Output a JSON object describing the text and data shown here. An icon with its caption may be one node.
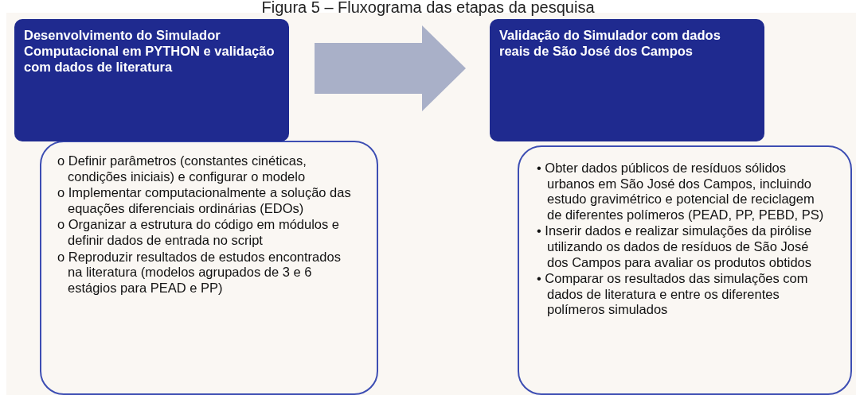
{
  "diagram": {
    "title": "Figura 5 – Fluxograma das etapas da pesquisa",
    "nodes": [
      {
        "text": [
          "Desenvolvimento do Simulador Computacional em PYTHON e validação com dados de literatura"
        ]
      },
      {
        "text": [
          "o Definir parâmetros (constantes cinéticas, condições iniciais) e configurar o modelo",
          "o Implementar computacionalmente a solução das equações diferenciais ordinárias (EDOs)",
          "o Organizar a estrutura do código em módulos e definir dados de entrada no script",
          "o Reproduzir resultados de estudos encontrados na literatura (modelos agrupados de 3 e 6 estágios para PEAD e PP)"
        ]
      },
      {
        "text": [
          "Validação do Simulador com dados reais de São José dos Campos"
        ]
      },
      {
        "text": [
          "• Obter dados públicos de resíduos sólidos urbanos em São José dos Campos, incluindo estudo gravimétrico e potencial de reciclagem de diferentes polímeros (PEAD, PP, PEBD, PS)",
          "• Inserir dados e realizar simulações da pirólise utilizando os dados de resíduos de São José dos Campos para avaliar os produtos obtidos",
          "• Comparar os resultados das simulações com dados de literatura e entre os diferentes polímeros simulados"
        ]
      }
    ],
    "edges": [
      {
        "from": 0,
        "to": 2,
        "arrow": "to",
        "style": "thick"
      }
    ]
  }
}
